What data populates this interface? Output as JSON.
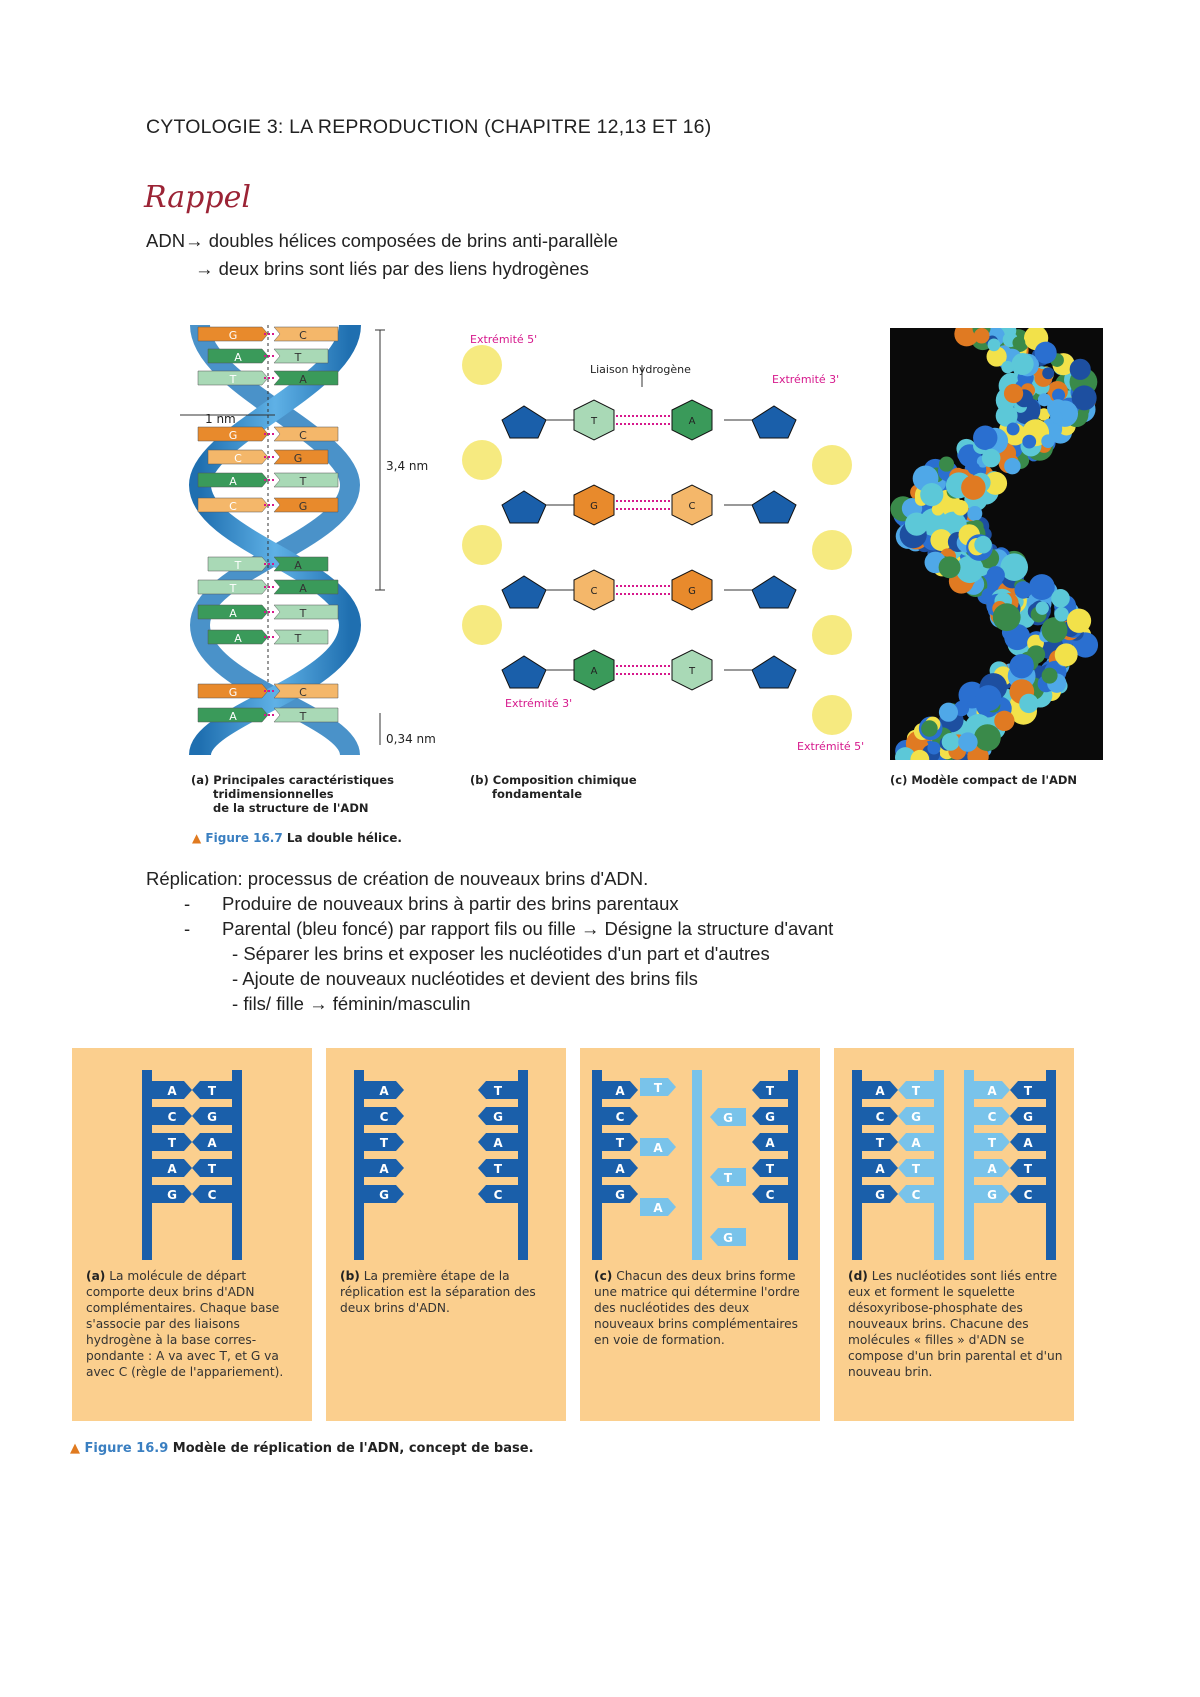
{
  "header": {
    "title": "CYTOLOGIE 3: LA REPRODUCTION  (CHAPITRE 12,13 ET 16)"
  },
  "rappel": {
    "heading": "Rappel",
    "line1": "ADN→ doubles hélices composées de brins anti-parallèle",
    "line2": "→ deux brins sont liés par des liens hydrogènes"
  },
  "figure_16_7": {
    "panel_a": {
      "caption_letter": "(a)",
      "caption": [
        "Principales caractéristiques",
        "tridimensionnelles",
        "de la structure de l'ADN"
      ],
      "labels": {
        "width": "1 nm",
        "turn": "3,4 nm",
        "rise": "0,34 nm"
      },
      "pairs": [
        [
          "G",
          "C"
        ],
        [
          "A",
          "T"
        ],
        [
          "T",
          "A"
        ],
        [
          "G",
          "C"
        ],
        [
          "C",
          "G"
        ],
        [
          "A",
          "T"
        ],
        [
          "C",
          "G"
        ],
        [
          "T",
          "A"
        ],
        [
          "T",
          "A"
        ],
        [
          "A",
          "T"
        ],
        [
          "A",
          "T"
        ],
        [
          "G",
          "C"
        ],
        [
          "A",
          "T"
        ]
      ]
    },
    "panel_b": {
      "caption_letter": "(b)",
      "caption": [
        "Composition chimique",
        "fondamentale"
      ],
      "labels": {
        "end5_top": "Extrémité 5'",
        "hbond": "Liaison hydrogène",
        "end3_top": "Extrémité 3'",
        "end3_bottom": "Extrémité 3'",
        "end5_bottom": "Extrémité 5'"
      },
      "rungs": [
        [
          "T",
          "A"
        ],
        [
          "G",
          "C"
        ],
        [
          "C",
          "G"
        ],
        [
          "A",
          "T"
        ]
      ]
    },
    "panel_c": {
      "caption_letter": "(c)",
      "caption": "Modèle compact de l'ADN"
    },
    "figure_label": "Figure 16.7",
    "figure_title": "La double hélice."
  },
  "replication": {
    "intro": "Réplication: processus de création de nouveaux brins d'ADN.",
    "bullets": [
      "Produire de nouveaux brins à partir des brins parentaux",
      "Parental (bleu foncé) par rapport fils ou fille  → Désigne la structure d'avant"
    ],
    "sub_bullets": [
      "Séparer les brins et exposer les nucléotides d'un part et d'autres",
      "Ajoute de nouveaux nucléotides et devient des brins fils",
      "fils/ fille → féminin/masculin"
    ]
  },
  "figure_16_9": {
    "left_bases": [
      "A",
      "C",
      "T",
      "A",
      "G"
    ],
    "right_bases": [
      "T",
      "G",
      "A",
      "T",
      "C"
    ],
    "panels": [
      {
        "letter": "(a)",
        "text": "La molécule de départ comporte deux brins d'ADN complémentaires. Chaque base s'associe par des liaisons hydrogène à la base corres-pondante : A va avec T, et G va avec C (règle de l'appariement)."
      },
      {
        "letter": "(b)",
        "text": "La première étape de la réplication est la séparation des deux brins d'ADN."
      },
      {
        "letter": "(c)",
        "text": "Chacun des deux brins forme une matrice qui détermine l'ordre des nucléotides des deux nouveaux brins complémentaires en voie de formation."
      },
      {
        "letter": "(d)",
        "text": "Les nucléotides sont liés entre eux et forment le squelette désoxyribose-phosphate des nouveaux brins. Chacune des molécules « filles » d'ADN se compose d'un brin parental et d'un nouveau brin."
      }
    ],
    "floating_bases": [
      "T",
      "G",
      "A",
      "T",
      "A",
      "G"
    ],
    "figure_label": "Figure 16.9",
    "figure_title": "Modèle de réplication de l'ADN, concept de base."
  }
}
